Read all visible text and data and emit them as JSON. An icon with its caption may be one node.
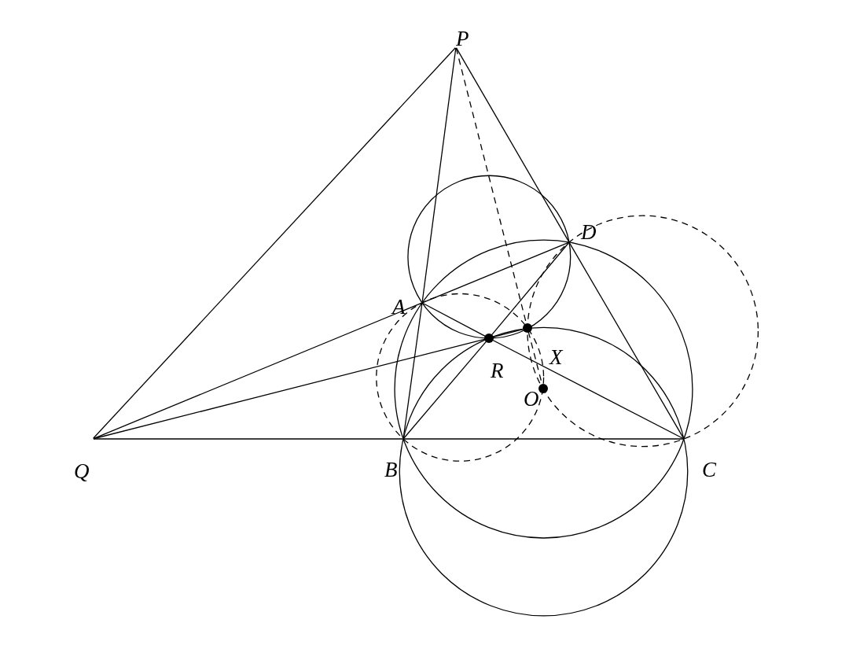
{
  "diagram": {
    "nodes": [
      {
        "text": [
          "P"
        ]
      },
      {
        "text": [
          "D"
        ]
      },
      {
        "text": [
          "A"
        ]
      },
      {
        "text": [
          "R"
        ]
      },
      {
        "text": [
          "X"
        ]
      },
      {
        "text": [
          "O"
        ]
      },
      {
        "text": [
          "Q"
        ]
      },
      {
        "text": [
          "B"
        ]
      },
      {
        "text": [
          "C"
        ]
      }
    ],
    "edges": [
      {
        "from": 0,
        "to": 6,
        "arrow": "none"
      },
      {
        "from": 0,
        "to": 2,
        "arrow": "none"
      },
      {
        "from": 2,
        "to": 7,
        "arrow": "none"
      },
      {
        "from": 0,
        "to": 1,
        "arrow": "none"
      },
      {
        "from": 1,
        "to": 8,
        "arrow": "none"
      },
      {
        "from": 6,
        "to": 2,
        "arrow": "none"
      },
      {
        "from": 2,
        "to": 1,
        "arrow": "none"
      },
      {
        "from": 6,
        "to": 3,
        "arrow": "none"
      },
      {
        "from": 3,
        "to": 4,
        "arrow": "none"
      },
      {
        "from": 6,
        "to": 7,
        "arrow": "none"
      },
      {
        "from": 7,
        "to": 8,
        "arrow": "none"
      },
      {
        "from": 2,
        "to": 3,
        "arrow": "none"
      },
      {
        "from": 3,
        "to": 8,
        "arrow": "none"
      },
      {
        "from": 7,
        "to": 3,
        "arrow": "none"
      },
      {
        "from": 3,
        "to": 1,
        "arrow": "none"
      },
      {
        "from": 0,
        "to": 4,
        "arrow": "none",
        "style": "dashed"
      },
      {
        "from": 4,
        "to": 5,
        "arrow": "none",
        "style": "dashed"
      }
    ]
  }
}
